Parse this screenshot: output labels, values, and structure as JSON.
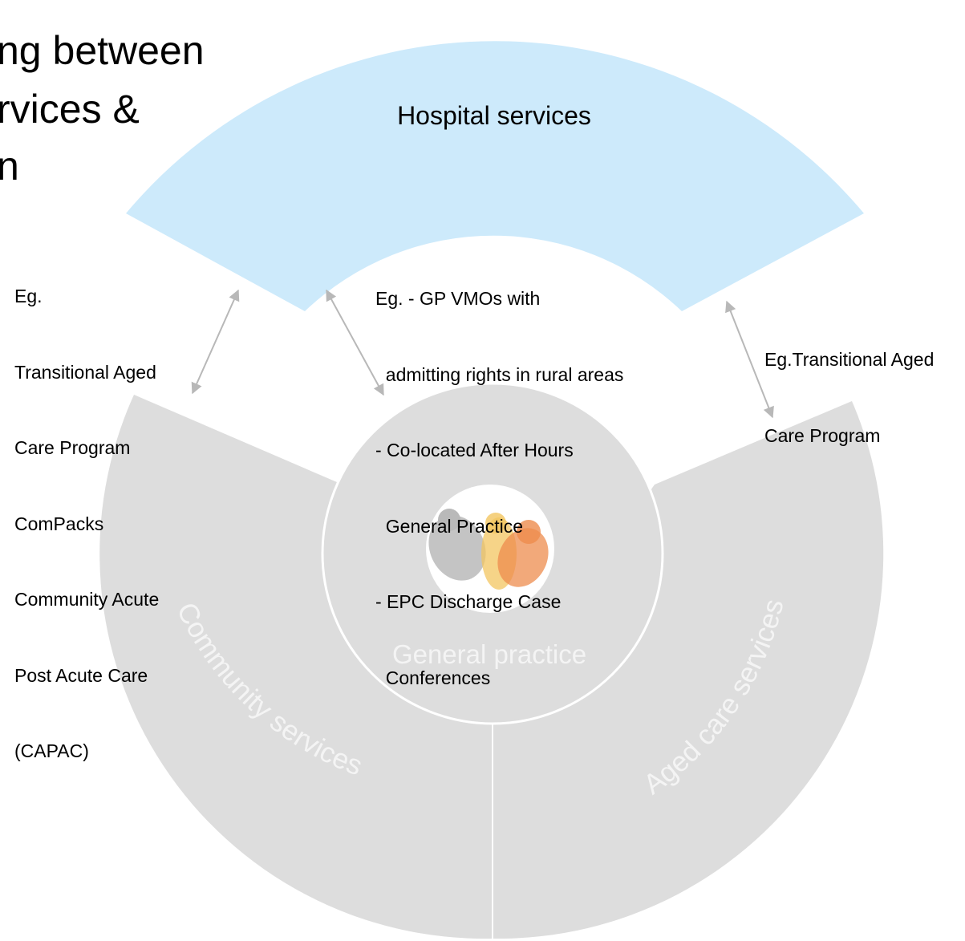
{
  "title": {
    "lines": [
      "ng between",
      "rvices &",
      "n"
    ]
  },
  "segments": {
    "hospital": "Hospital services",
    "community": "Community services",
    "aged_care": "Aged care services",
    "general_practice": "General practice"
  },
  "notes": {
    "left": [
      "Eg.",
      "Transitional Aged",
      "Care Program",
      "ComPacks",
      "Community Acute",
      "Post Acute Care",
      "(CAPAC)"
    ],
    "center": [
      "Eg. - GP VMOs with",
      "  admitting rights in rural areas",
      "- Co-located After Hours",
      "  General Practice",
      "- EPC Discharge Case",
      "  Conferences"
    ],
    "right": [
      "Eg.Transitional Aged",
      "Care Program"
    ]
  },
  "colors": {
    "hospital": "#cdeafb",
    "outer_ring": "#dddddd",
    "inner_circle": "#dddddd",
    "ring_text": "#f4f4f4",
    "arrow": "#b8b8b8",
    "logo_gray": "#b9b9b9",
    "logo_yellow": "#f3c560",
    "logo_orange": "#ee8c4e"
  },
  "icons": {
    "logo": "people-logo",
    "arrow": "double-headed-arrow"
  }
}
